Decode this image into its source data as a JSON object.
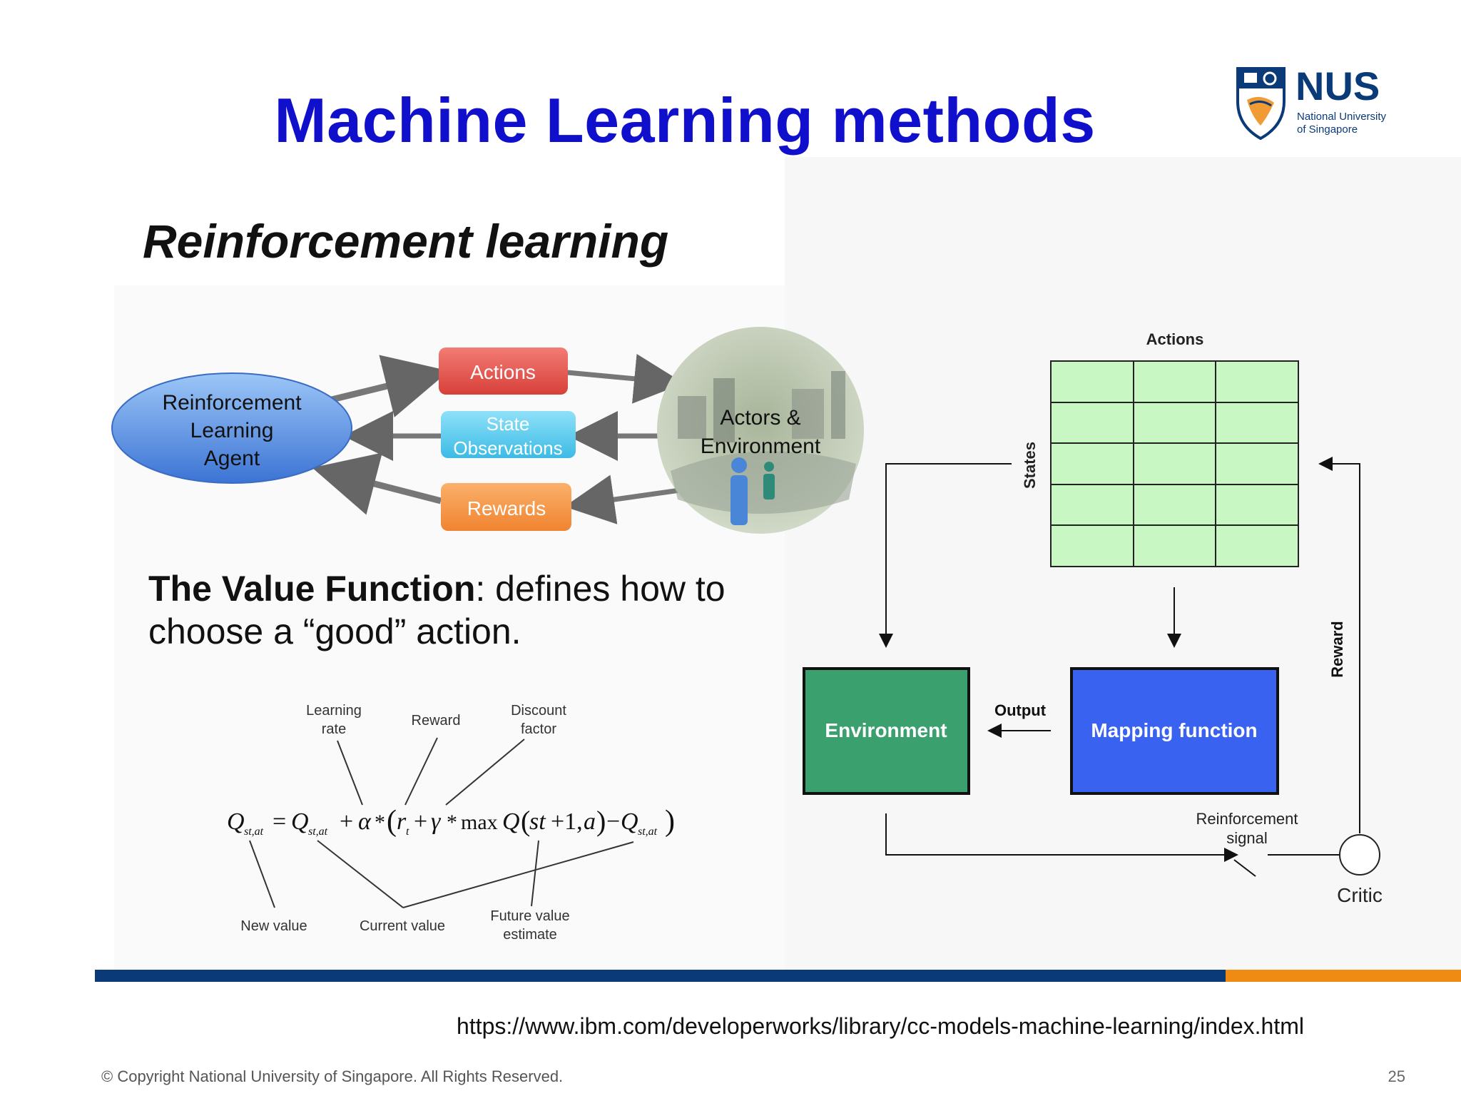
{
  "slide": {
    "title": "Machine Learning methods",
    "subtitle": "Reinforcement learning",
    "value_function": {
      "term": "The Value Function",
      "text": ": defines how to choose a “good” action."
    },
    "source_url": "https://www.ibm.com/developerworks/library/cc-models-machine-learning/index.html",
    "copyright": "© Copyright National University of Singapore. All Rights Reserved.",
    "page_number": "25"
  },
  "logo": {
    "name": "NUS",
    "line1": "National University",
    "line2": "of Singapore",
    "color": "#0b3a78",
    "accent": "#ef8a12"
  },
  "left_diagram": {
    "agent": [
      "Reinforcement",
      "Learning",
      "Agent"
    ],
    "actions": "Actions",
    "state": [
      "State",
      "Observations"
    ],
    "rewards": "Rewards",
    "environment": [
      "Actors &",
      "Environment"
    ],
    "colors": {
      "agent": "#4a7fd6",
      "actions": "#e0504a",
      "state": "#5bc8ec",
      "rewards": "#f5923a",
      "environment": "#b9c7a5"
    }
  },
  "formula": {
    "labels": {
      "learning_rate": [
        "Learning",
        "rate"
      ],
      "reward": "Reward",
      "discount": [
        "Discount",
        "factor"
      ],
      "new_value": "New value",
      "current_value": "Current value",
      "future": [
        "Future value",
        "estimate"
      ]
    }
  },
  "right_diagram": {
    "actions_label": "Actions",
    "states_label": "States",
    "environment": "Environment",
    "mapping": "Mapping function",
    "output": "Output",
    "reward": "Reward",
    "reinforcement_signal": [
      "Reinforcement",
      "signal"
    ],
    "critic": "Critic",
    "grid": {
      "rows": 5,
      "cols": 3
    },
    "colors": {
      "grid": "#c9f7c4",
      "environment": "#3aa06e",
      "mapping": "#3a62f0"
    }
  }
}
